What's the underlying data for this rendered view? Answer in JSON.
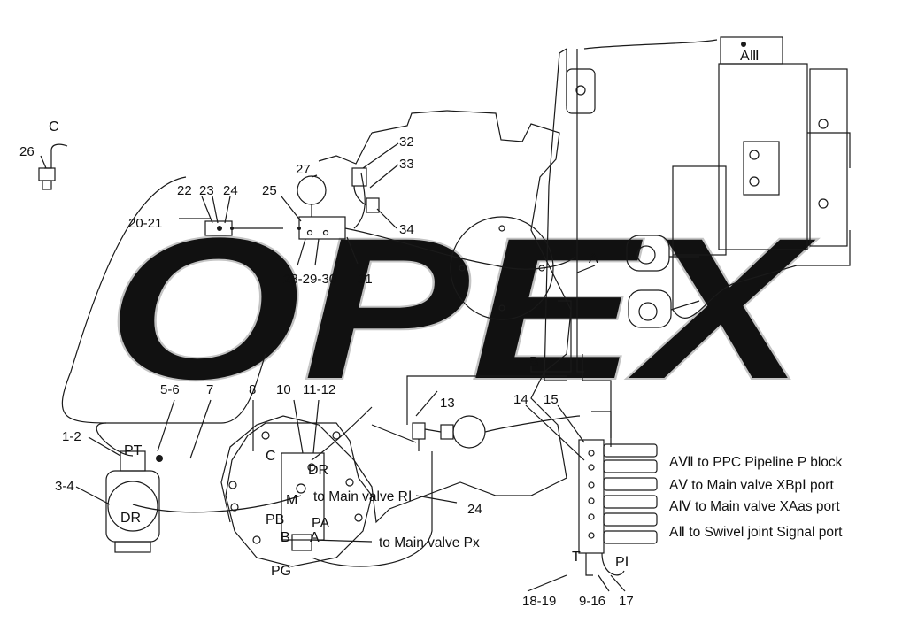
{
  "watermark": "OPEX",
  "part_numbers": {
    "n1_2": "1-2",
    "n3_4": "3-4",
    "n5_6": "5-6",
    "n7": "7",
    "n8": "8",
    "n9_16": "9-16",
    "n10": "10",
    "n11_12": "11-12",
    "n13": "13",
    "n14": "14",
    "n15": "15",
    "n17": "17",
    "n18_19": "18-19",
    "n20_21": "20-21",
    "n22": "22",
    "n23": "23",
    "n24": "24",
    "n24b": "24",
    "n25": "25",
    "n26": "26",
    "n27": "27",
    "n28_29_30": "28-29-30",
    "n31": "31",
    "n32": "32",
    "n33": "33",
    "n34": "34"
  },
  "port_labels": {
    "c_detail": "C",
    "c_motor": "C",
    "pt": "PT",
    "dr_pump": "DR",
    "dr_motor": "DR",
    "m": "M",
    "pb": "PB",
    "pa": "PA",
    "b_motor": "B",
    "a_motor": "A",
    "pg": "PG",
    "t_block": "T",
    "p1": "PⅠ",
    "a3": "AⅢ",
    "view_a": "A",
    "view_b": "B"
  },
  "connection_notes": [
    "to Main valve RⅠ",
    "to Main valve Px",
    "AⅦ to PPC Pipeline P block",
    "AⅤ to Main valve XBpⅠ port",
    "AⅣ to Main valve XAas port",
    "AⅡ to Swivel joint Signal port"
  ],
  "colors": {
    "line": "#1a1a1a",
    "watermark": "#d4d4d4",
    "background": "#ffffff"
  }
}
